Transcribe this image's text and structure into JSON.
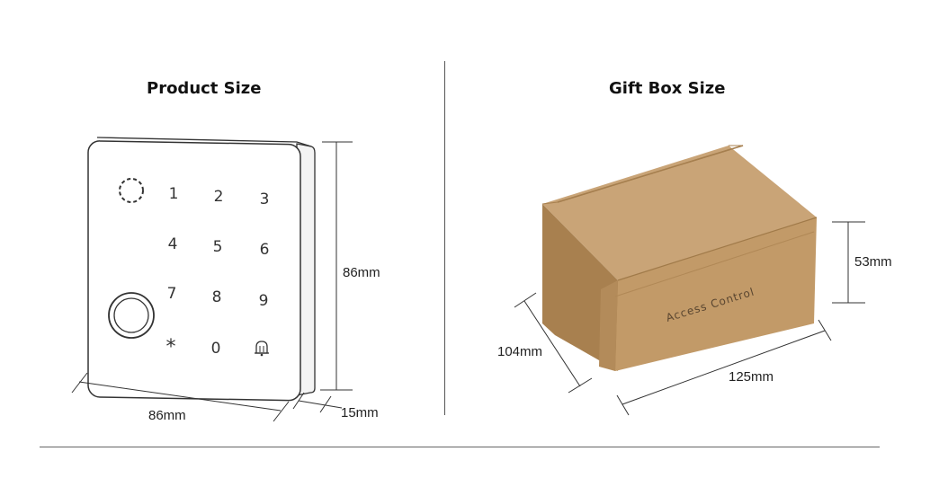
{
  "product": {
    "title": "Product Size",
    "keys": [
      "1",
      "2",
      "3",
      "4",
      "5",
      "6",
      "7",
      "8",
      "9",
      "*",
      "0"
    ],
    "dimensions": {
      "height": "86mm",
      "width": "86mm",
      "depth": "15mm"
    }
  },
  "giftbox": {
    "title": "Gift Box Size",
    "box_print": "Access Control",
    "dimensions": {
      "height": "53mm",
      "depth": "104mm",
      "length": "125mm"
    }
  },
  "colors": {
    "cardboard_light": "#c9a477",
    "cardboard_mid": "#bb935f",
    "cardboard_dark": "#a8804f",
    "line": "#444444"
  }
}
